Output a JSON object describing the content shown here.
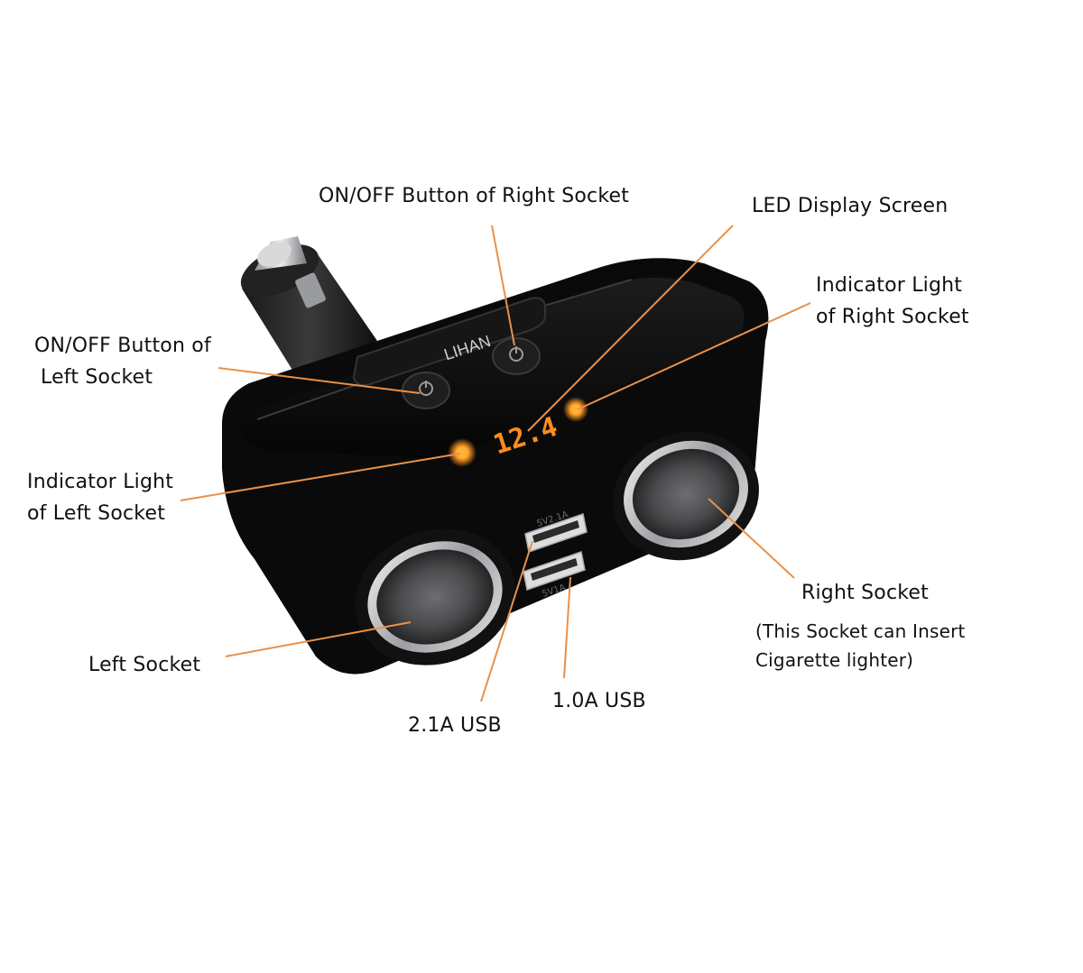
{
  "colors": {
    "leader_line": "#e8914a",
    "device_body": "#0c0c0c",
    "display_digits": "#ff8c1a",
    "indicator": "#ff9a22",
    "chrome": "#cfd0d2"
  },
  "device": {
    "brand": "LIHAN",
    "display_value": "12.4",
    "usb_top_text": "5V2.1A",
    "usb_bottom_text": "5V1A"
  },
  "labels": {
    "on_off_right": "ON/OFF Button of Right Socket",
    "led_display": "LED Display Screen",
    "indicator_right_line1": "Indicator Light",
    "indicator_right_line2": "of Right Socket",
    "on_off_left_line1": "ON/OFF Button of",
    "on_off_left_line2": "Left Socket",
    "indicator_left_line1": "Indicator Light",
    "indicator_left_line2": "of Left Socket",
    "right_socket": "Right Socket",
    "right_socket_note_line1": "(This Socket can Insert",
    "right_socket_note_line2": "Cigarette lighter)",
    "left_socket": "Left Socket",
    "usb_21": "2.1A USB",
    "usb_10": "1.0A USB"
  }
}
